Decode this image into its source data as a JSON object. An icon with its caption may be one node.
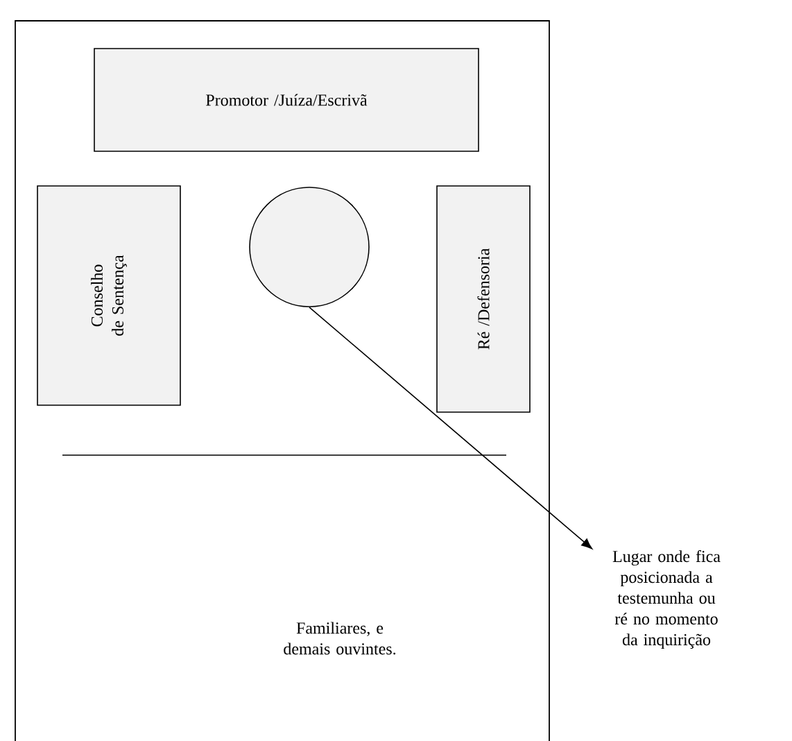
{
  "diagram": {
    "nodes": [
      {
        "text": [],
        "shape": "box"
      },
      {
        "text": [
          "Promotor /Juíza/Escrivã"
        ],
        "in": 0
      },
      {
        "text": [
          "Conselho de Sentença"
        ],
        "in": 0
      },
      {
        "text": [],
        "shape": "circle",
        "in": 0
      },
      {
        "text": [
          "Ré /Defensoria"
        ],
        "in": 0
      },
      {
        "text": [
          "Lugar onde fica posicionada a testemunha ou ré no momento da inquirição"
        ]
      }
    ],
    "edges": [
      {
        "from": 3,
        "to": 5,
        "arrow": "to"
      }
    ],
    "labels": [
      "Familiares, e demais ouvintes."
    ]
  }
}
